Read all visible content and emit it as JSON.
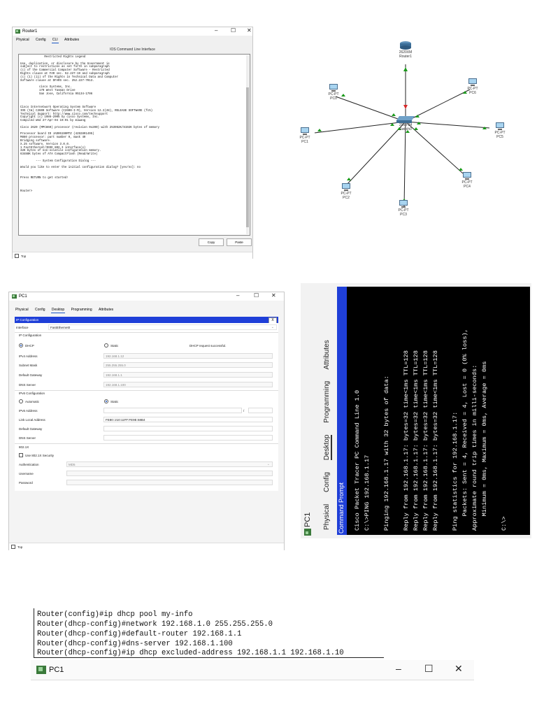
{
  "router_window": {
    "title": "Router1",
    "controls": [
      "–",
      "☐",
      "✕"
    ],
    "tabs": [
      "Physical",
      "Config",
      "CLI",
      "Attributes"
    ],
    "active_tab": "CLI",
    "panel_title": "IOS Command Line Interface",
    "console_text": "              Restricted Rights Legend\n\nUse, duplication, or disclosure by the Government is\nsubject to restrictions as set forth in subparagraph\n(c) of the Commercial Computer Software - Restricted\nRights clause at FAR sec. 52.227-19 and subparagraph\n(c) (1) (ii) of the Rights in Technical Data and Computer\nSoftware clause at DFARS sec. 252.227-7013.\n\n           cisco Systems, Inc.\n           170 West Tasman Drive\n           San Jose, California 95134-1706\n\n\n\nCisco Internetwork Operating System Software\nIOS (tm) C2600 Software (C2600-I-M), Version 12.2(28), RELEASE SOFTWARE (fc5)\nTechnical Support: http://www.cisco.com/techsupport\nCopyright (c) 1986-2005 by cisco Systems, Inc.\nCompiled Wed 27-Apr-04 19:01 by miwang\n\nCisco 2620 (MPC860) processor (revision 0x200) with 253952K/8192K bytes of memory\n\nProcessor board ID JAD05190MTZ (4292891495)\nM860 processor: part number 0, mask 49\nBridging software.\nX.25 software, Version 3.0.0.\n1 FastEthernet/IEEE 802.3 interface(s)\n32K bytes of non-volatile configuration memory.\n63488K bytes of ATA CompactFlash (Read/Write)\n\n         --- System Configuration Dialog ---\n\nWould you like to enter the initial configuration dialog? [yes/no]: no\n\n\nPress RETURN to get started!\n\n\n\nRouter>",
    "copy_label": "Copy",
    "paste_label": "Paste",
    "top_label": "Top"
  },
  "topology": {
    "router_label": "2620XM",
    "router_name": "Router1",
    "switch_label": "2950-24",
    "switch_name": "Switch0",
    "pcs": [
      {
        "type": "PC-PT",
        "name": "PC0"
      },
      {
        "type": "PC-PT",
        "name": "PC1"
      },
      {
        "type": "PC-PT",
        "name": "PC2"
      },
      {
        "type": "PC-PT",
        "name": "PC3"
      },
      {
        "type": "PC-PT",
        "name": "PC4"
      },
      {
        "type": "PC-PT",
        "name": "PC5"
      },
      {
        "type": "PC-PT",
        "name": "PC6"
      }
    ],
    "link_up_color": "#1a9a1a",
    "link_down_color": "#d62828"
  },
  "pc1_window": {
    "title": "PC1",
    "controls": [
      "–",
      "☐",
      "✕"
    ],
    "tabs": [
      "Physical",
      "Config",
      "Desktop",
      "Programming",
      "Attributes"
    ],
    "active_tab": "Desktop",
    "ipconfig_title": "IP Configuration",
    "close_label": "X",
    "interface_label": "Interface",
    "interface_value": "FastEthernet0",
    "ipv4_section": "IP Configuration",
    "dhcp_label": "DHCP",
    "static_label": "Static",
    "dhcp_status": "DHCP request successful.",
    "ipv4_address_label": "IPv4 Address",
    "ipv4_address": "192.168.1.12",
    "subnet_mask_label": "Subnet Mask",
    "subnet_mask": "255.255.255.0",
    "default_gateway_label": "Default Gateway",
    "default_gateway": "192.168.1.1",
    "dns_server_label": "DNS Server",
    "dns_server": "192.168.1.100",
    "ipv6_section": "IPv6 Configuration",
    "automatic_label": "Automatic",
    "static6_label": "Static",
    "ipv6_address_label": "IPv6 Address",
    "ipv6_slash": "/",
    "link_local_label": "Link Local Address",
    "link_local_value": "FE80::210:11FF:FE9E:68B4",
    "default_gateway6_label": "Default Gateway",
    "dns_server6_label": "DNS Server",
    "dot1x_section": "802.1X",
    "use_dot1x_label": "Use 802.1X Security",
    "auth_label": "Authentication",
    "auth_value": "MD5",
    "username_label": "Username",
    "password_label": "Password",
    "top_label": "Top"
  },
  "command_prompt": {
    "window_title": "PC1",
    "tabs": [
      "Physical",
      "Config",
      "Desktop",
      "Programming",
      "Attributes"
    ],
    "active_tab": "Desktop",
    "prompt_title": "Command Prompt",
    "lines": [
      "Cisco Packet Tracer PC Command Line 1.0",
      "C:\\>PING 192.168.1.17",
      "",
      "Pinging 192.168.1.17 with 32 bytes of data:",
      "",
      "Reply from 192.168.1.17: bytes=32 time<1ms TTL=128",
      "Reply from 192.168.1.17: bytes=32 time<1ms TTL=128",
      "Reply from 192.168.1.17: bytes=32 time<1ms TTL=128",
      "Reply from 192.168.1.17: bytes=32 time<1ms TTL=128",
      "",
      "Ping statistics for 192.168.1.17:",
      "    Packets: Sent = 4, Received = 4, Lost = 0 (0% loss),",
      "Approximate round trip times in milli-seconds:",
      "    Minimum = 0ms, Maximum = 0ms, Average = 0ms",
      "",
      "C:\\>"
    ]
  },
  "dhcp_config": {
    "lines": [
      "Router(config)#ip dhcp pool my-info",
      "Router(dhcp-config)#network 192.168.1.0 255.255.255.0",
      "Router(dhcp-config)#default-router 192.168.1.1",
      "Router(dhcp-config)#dns-server 192.168.1.100",
      "Router(dhcp-config)#ip dhcp excluded-address 192.168.1.1 192.168.1.10"
    ]
  },
  "bottom_window": {
    "title": "PC1",
    "controls": [
      "–",
      "☐",
      "✕"
    ]
  }
}
